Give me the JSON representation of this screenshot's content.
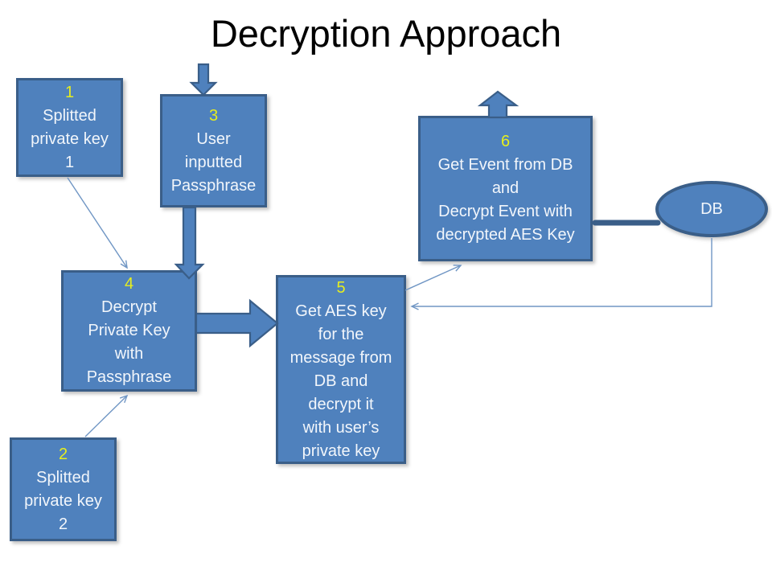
{
  "title": "Decryption Approach",
  "colors": {
    "node_fill": "#4F81BD",
    "node_border": "#3A5E88",
    "number": "#E6EE1E",
    "text": "#F2F6FB",
    "thin_line": "#7096C4",
    "title": "#000000",
    "background": "#FFFFFF"
  },
  "nodes": {
    "box1": {
      "number": "1",
      "lines": [
        "Splitted",
        "private key",
        "1"
      ]
    },
    "box2": {
      "number": "2",
      "lines": [
        "Splitted",
        "private key",
        "2"
      ]
    },
    "box3": {
      "number": "3",
      "lines": [
        "User",
        "inputted",
        "Passphrase"
      ]
    },
    "box4": {
      "number": "4",
      "lines": [
        "Decrypt",
        "Private Key",
        "with",
        "Passphrase"
      ]
    },
    "box5": {
      "number": "5",
      "lines": [
        "Get AES key",
        "for the",
        "message from",
        "DB and",
        "decrypt it",
        "with user’s",
        "private key"
      ]
    },
    "box6": {
      "number": "6",
      "lines": [
        "Get Event from DB",
        "and",
        "Decrypt Event with",
        "decrypted AES Key"
      ]
    },
    "db": {
      "label": "DB"
    }
  }
}
